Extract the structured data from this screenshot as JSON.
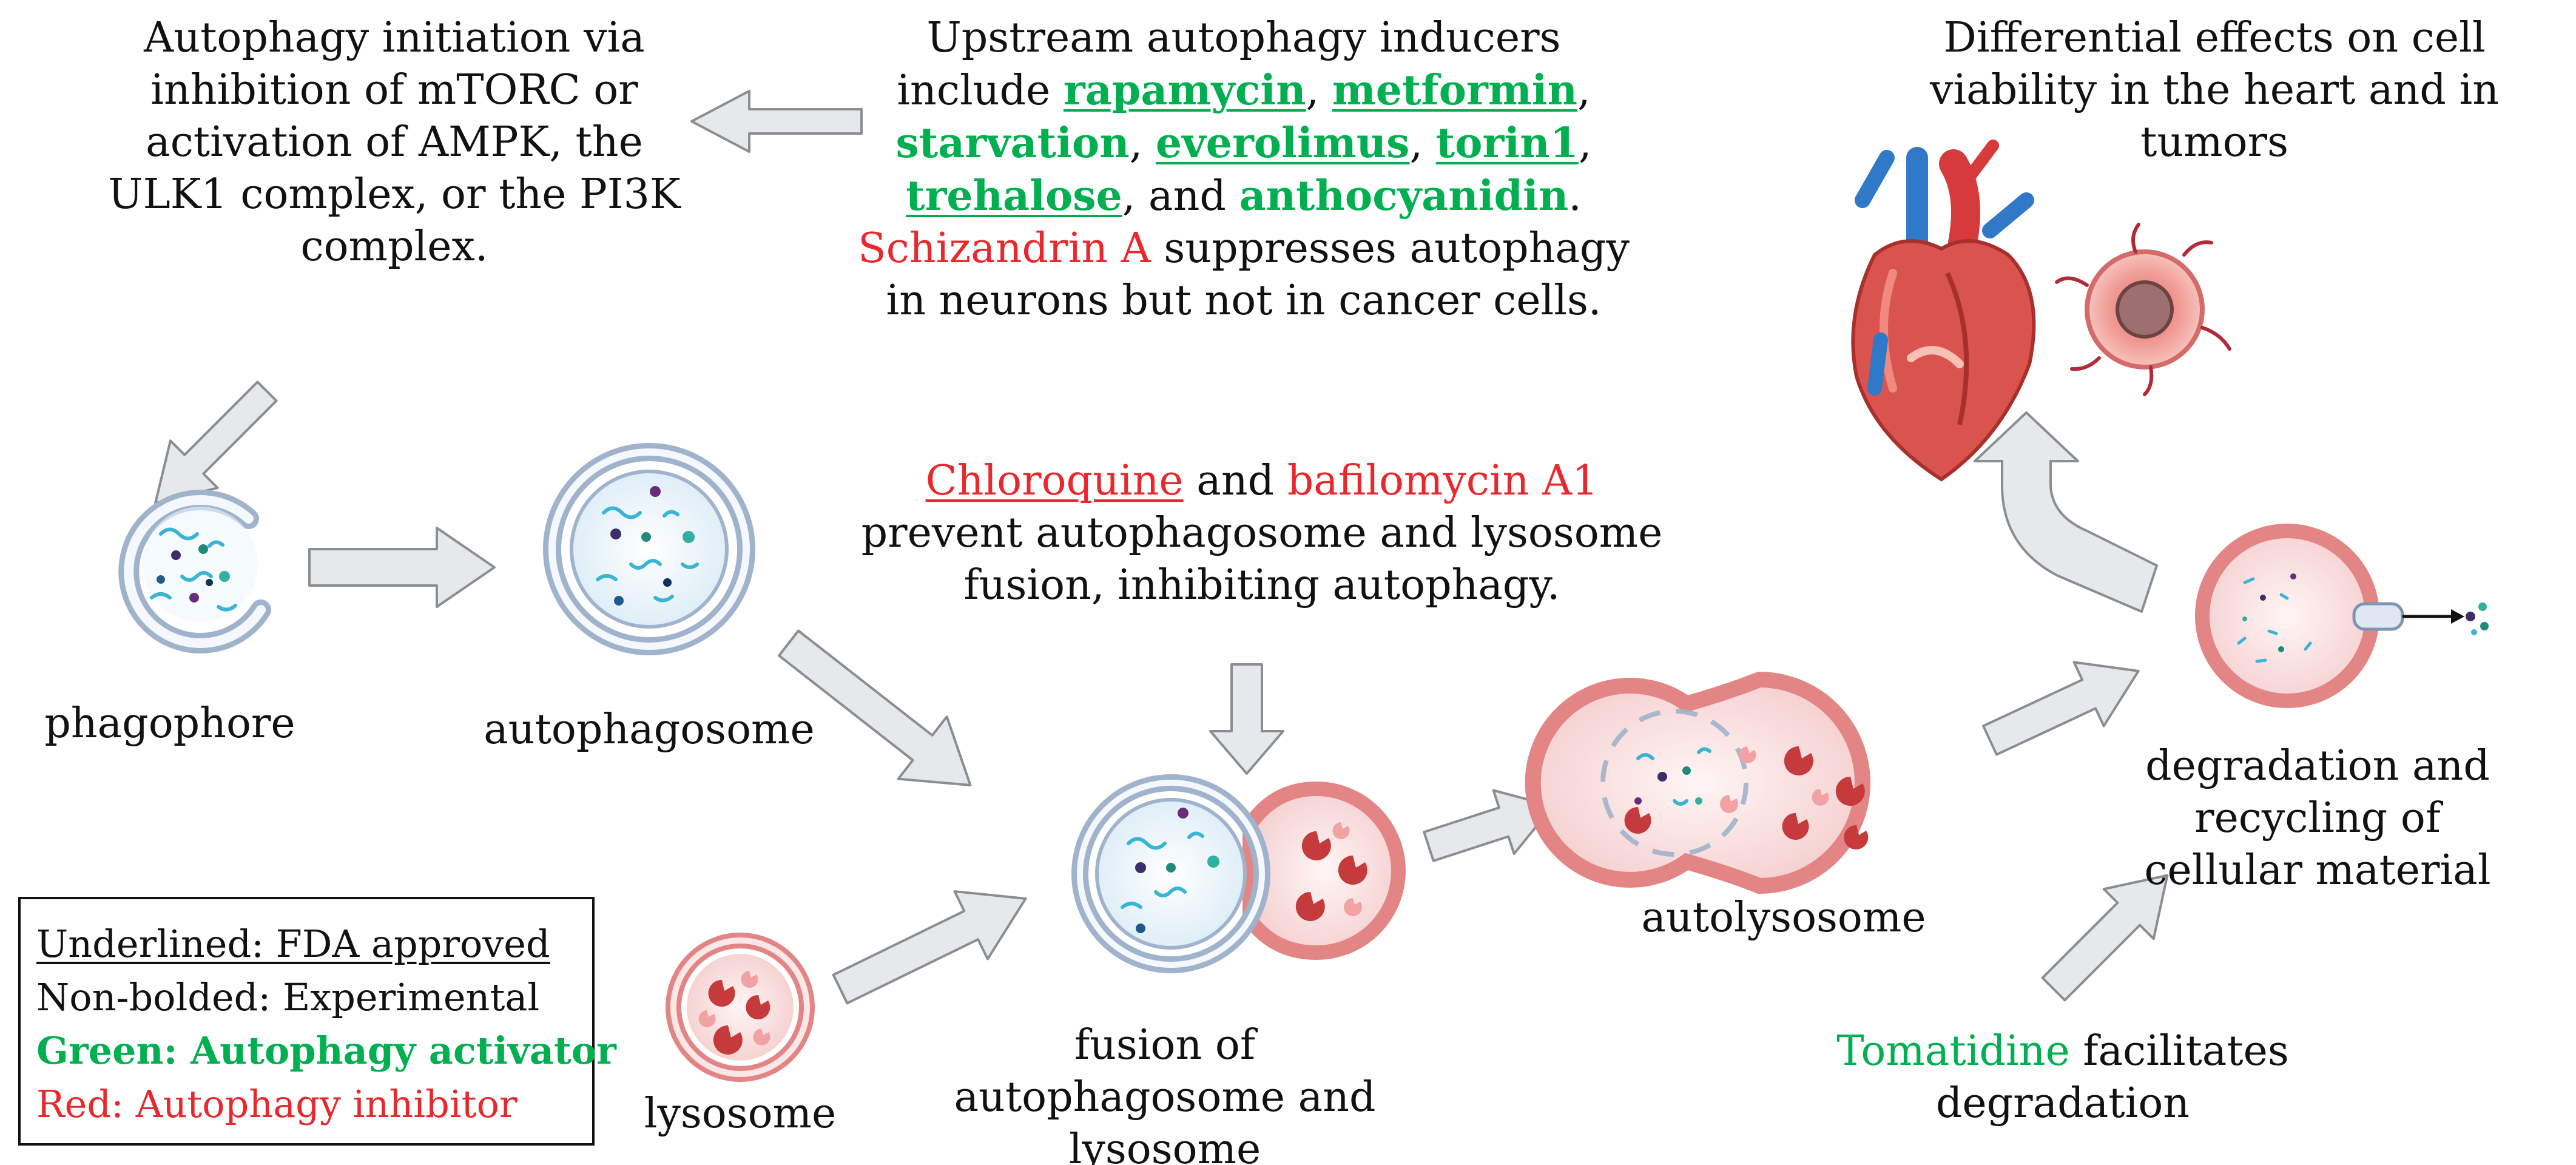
{
  "texts": {
    "initiation": "Autophagy initiation via inhibition of mTORC or activation of AMPK, the ULK1 complex, or the PI3K complex.",
    "inducers_intro": "Upstream autophagy inducers include",
    "drug_rapamycin": "rapamycin",
    "drug_metformin": "metformin",
    "drug_starvation": "starvation",
    "drug_everolimus": "everolimus",
    "drug_torin1": "torin1",
    "drug_trehalose": "trehalose",
    "drug_anthocyanidin": "anthocyanidin",
    "drug_schizandrin": "Schizandrin A",
    "schizandrin_effect": "suppresses autophagy in neurons but not in cancer cells.",
    "differential": "Differential effects on cell viability in the heart and in tumors",
    "drug_chloroquine": "Chloroquine",
    "drug_bafilomycin": "bafilomycin A1",
    "fusion_block_effect": "prevent autophagosome and lysosome fusion, inhibiting autophagy.",
    "drug_tomatidine": "Tomatidine",
    "tomatidine_effect": "facilitates degradation"
  },
  "labels": {
    "phagophore": "phagophore",
    "autophagosome": "autophagosome",
    "lysosome": "lysosome",
    "fusion": "fusion of autophagosome and lysosome",
    "autolysosome": "autolysosome",
    "degradation": "degradation and recycling of cellular material"
  },
  "legend": {
    "underlined": "Underlined: FDA approved",
    "nonbold": "Non-bolded: Experimental",
    "green": "Green: Autophagy activator",
    "red": "Red: Autophagy inhibitor"
  },
  "colors": {
    "activator_green": "#00b050",
    "inhibitor_red": "#e8282c",
    "arrow_fill": "#e6e9ec",
    "arrow_stroke": "#8a8e92",
    "membrane_blue": "#9fb3cc",
    "membrane_red": "#e38585"
  }
}
